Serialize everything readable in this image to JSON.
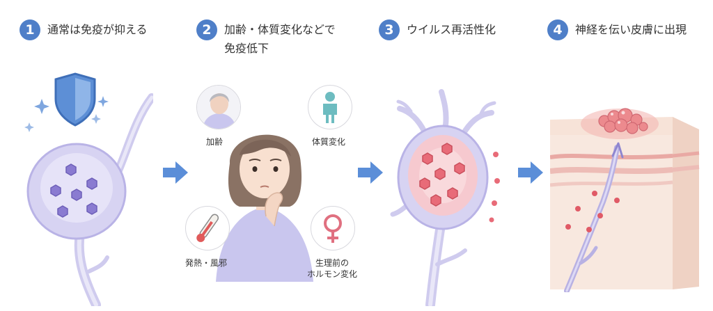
{
  "steps": [
    {
      "number": "1",
      "text": "通常は免疫が抑える"
    },
    {
      "number": "2",
      "text_line1": "加齢・体質変化などで",
      "text_line2": "免疫低下"
    },
    {
      "number": "3",
      "text": "ウイルス再活性化"
    },
    {
      "number": "4",
      "text": "神経を伝い皮膚に出現"
    }
  ],
  "factors": {
    "aging": "加齢",
    "constitution": "体質変化",
    "fever": "発熱・風邪",
    "hormone_line1": "生理前の",
    "hormone_line2": "ホルモン変化"
  },
  "colors": {
    "accent": "#4f7fc8",
    "virus": "#8a7bd1",
    "active_virus": "#e86b78",
    "nerve": "#d9d6f0",
    "skin": "#f7e3d8"
  }
}
